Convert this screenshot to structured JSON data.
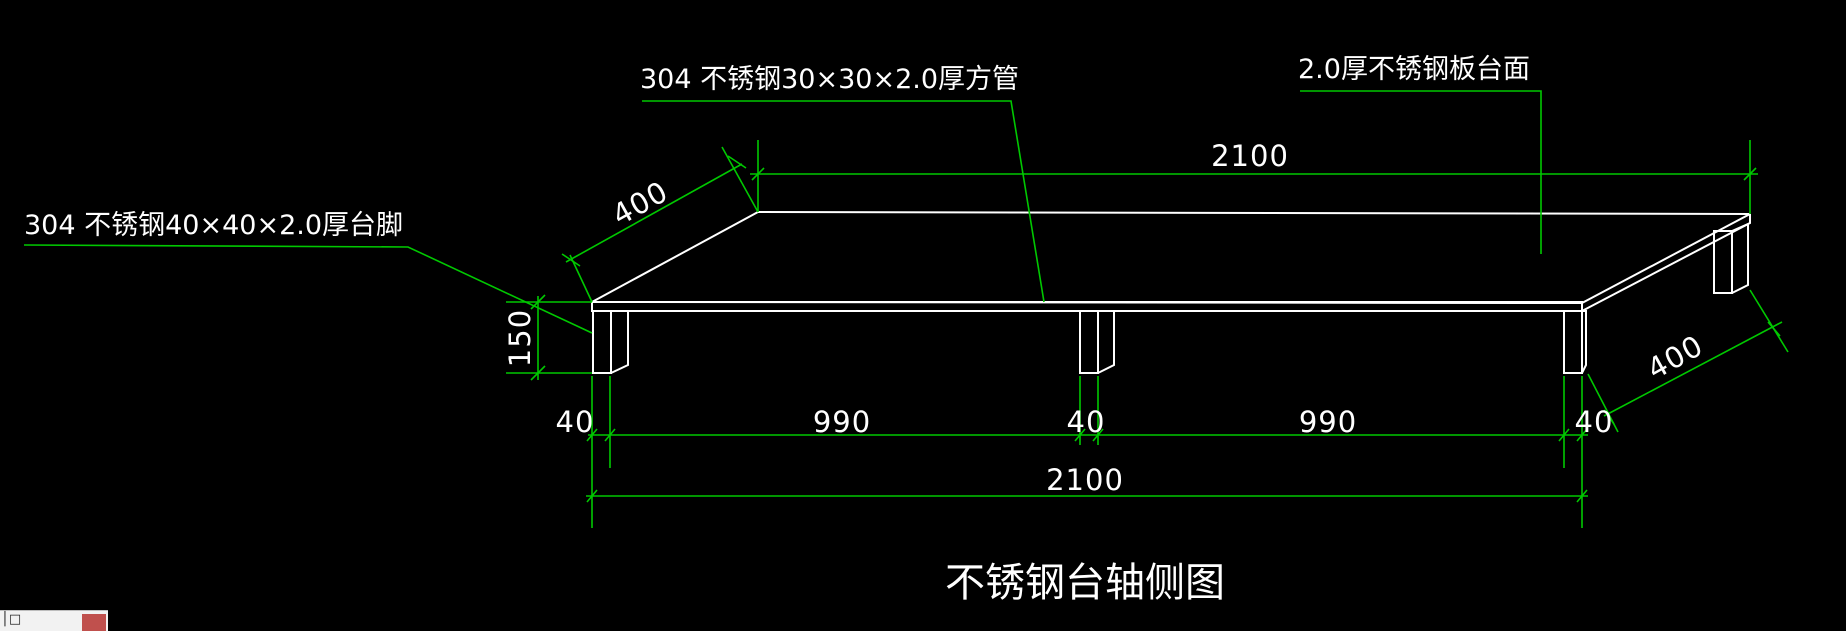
{
  "colors": {
    "background": "#000000",
    "geometry": "#ffffff",
    "annotation": "#00c800",
    "widget_swatch": "#c0504d"
  },
  "callouts": {
    "tube": "304 不锈钢30×30×2.0厚方管",
    "plate": "2.0厚不锈钢板台面",
    "leg": "304 不锈钢40×40×2.0厚台脚"
  },
  "dimensions": {
    "top_length": "2100",
    "left_depth": "400",
    "right_depth": "400",
    "leg_height": "150",
    "leg_width_left": "40",
    "span_left": "990",
    "leg_width_mid": "40",
    "span_right": "990",
    "leg_width_right": "40",
    "total_length": "2100"
  },
  "title": "不锈钢台轴侧图",
  "corner_widget": {
    "glyph": "│□",
    "icon": "red-swatch-icon"
  }
}
